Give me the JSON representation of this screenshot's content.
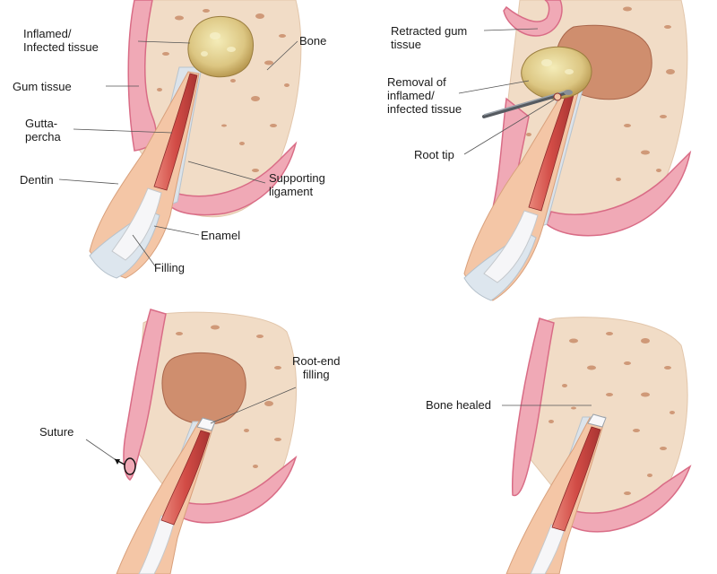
{
  "colors": {
    "bone": "#f1dcc6",
    "bone_pore": "#c4835f",
    "cavity": "#cf8e6e",
    "gum": "#f0a9b6",
    "gum_edge": "#d96c86",
    "dentin": "#f4c6a6",
    "pulp_canal": "#d9574e",
    "enamel": "#dde6ee",
    "infection": "#dbc78a",
    "infection_highlight": "#eee3a8",
    "leader_line": "#555555"
  },
  "panels": [
    {
      "labels": {
        "inflamed": "Inflamed/\nInfected tissue",
        "bone": "Bone",
        "gum": "Gum tissue",
        "gutta": "Gutta-\npercha",
        "dentin": "Dentin",
        "ligament": "Supporting\nligament",
        "enamel": "Enamel",
        "filling": "Filling"
      }
    },
    {
      "labels": {
        "retracted": "Retracted gum\ntissue",
        "removal": "Removal of\ninflamed/\ninfected tissue",
        "root_tip": "Root tip"
      }
    },
    {
      "labels": {
        "root_end": "Root-end\nfilling",
        "suture": "Suture"
      }
    },
    {
      "labels": {
        "bone_healed": "Bone healed"
      }
    }
  ]
}
